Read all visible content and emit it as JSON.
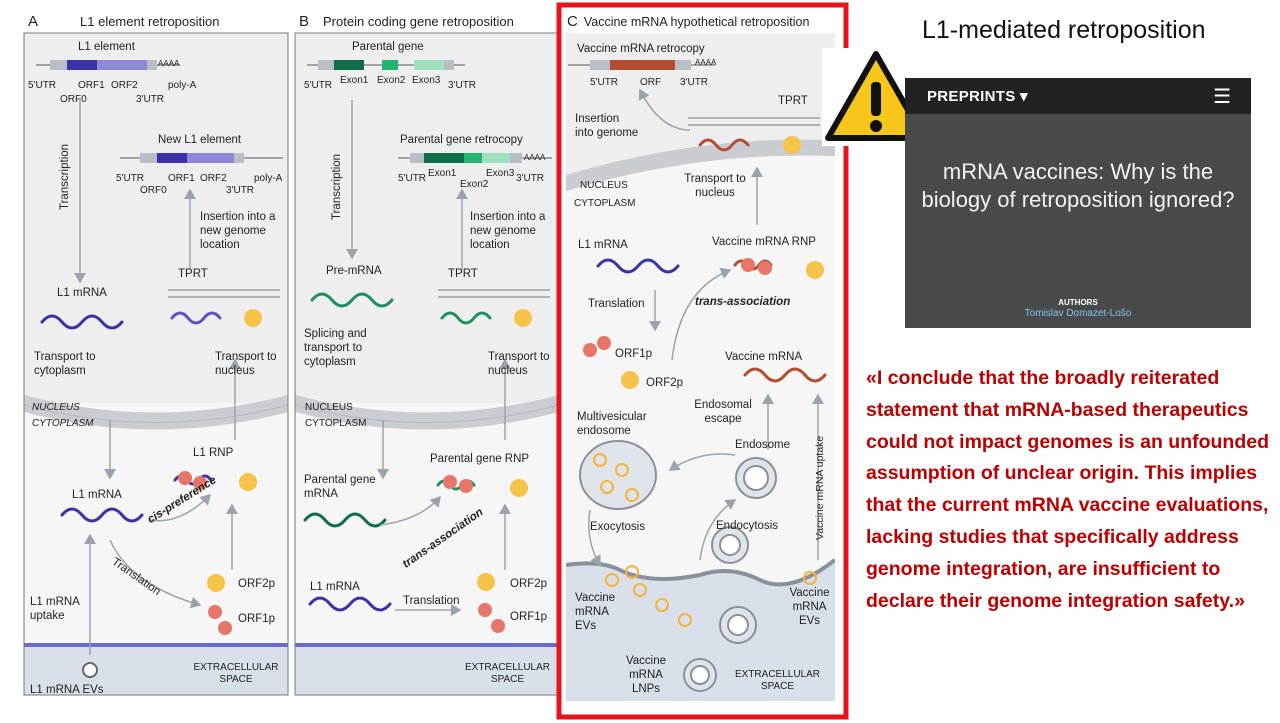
{
  "page_title": "L1-mediated retroposition",
  "quote": "«I conclude that the broadly reiterated statement that mRNA-based therapeutics could not impact genomes is an unfounded assumption of unclear origin. This implies that the current mRNA vaccine evaluations, lacking studies that specifically address genome integration, are insufficient to declare their genome integration safety.»",
  "preprint": {
    "brand": "PREPRINTS",
    "brand_arrow": "▾",
    "menu_icon": "☰",
    "heading": "mRNA vaccines: Why is the biology of retroposition ignored?",
    "authors_label": "AUTHORS",
    "author": "Tomislav Domazet-Lošo"
  },
  "colors": {
    "highlight_border": "#e8141b",
    "quote_text": "#c00000",
    "nucleus": "#eeeeee",
    "extracellular": "#d8dfe9",
    "cytoplasm": "#f6f6f6"
  },
  "panel_a": {
    "letter": "A",
    "title": "L1 element retroposition",
    "l1_element": "L1 element",
    "gene_labels": [
      "5'UTR",
      "ORF0",
      "ORF1",
      "ORF2",
      "3'UTR",
      "poly-A",
      "AAAA"
    ],
    "new_l1": "New L1 element",
    "transcription": "Transcription",
    "insertion": "Insertion into a new genome location",
    "tprt": "TPRT",
    "l1_mrna": "L1 mRNA",
    "transport_cyto": "Transport to cytoplasm",
    "transport_nuc": "Transport to nucleus",
    "nucleus": "NUCLEUS",
    "cytoplasm": "CYTOPLASM",
    "l1_rnp": "L1 RNP",
    "cis": "cis-preference",
    "translation": "Translation",
    "orf2p": "ORF2p",
    "orf1p": "ORF1p",
    "uptake": "L1 mRNA uptake",
    "evs": "L1 mRNA EVs",
    "extracellular": "EXTRACELLULAR SPACE"
  },
  "panel_b": {
    "title": "Protein coding gene retroposition",
    "letter": "B",
    "parental_gene": "Parental gene",
    "gene_labels": [
      "5'UTR",
      "Exon1",
      "Exon2",
      "Exon3",
      "3'UTR",
      "AAAA"
    ],
    "retrocopy": "Parental gene retrocopy",
    "transcription": "Transcription",
    "insertion": "Insertion into a new genome location",
    "tprt": "TPRT",
    "pre_mrna": "Pre-mRNA",
    "splicing": "Splicing and transport to cytoplasm",
    "transport_nuc": "Transport to nucleus",
    "nucleus": "NUCLEUS",
    "cytoplasm": "CYTOPLASM",
    "parental_mrna": "Parental gene mRNA",
    "parental_rnp": "Parental gene RNP",
    "trans": "trans-association",
    "l1_mrna": "L1 mRNA",
    "translation": "Translation",
    "orf2p": "ORF2p",
    "orf1p": "ORF1p",
    "extracellular": "EXTRACELLULAR SPACE"
  },
  "panel_c": {
    "letter": "C",
    "title": "Vaccine mRNA hypothetical retroposition",
    "retrocopy": "Vaccine mRNA retrocopy",
    "gene_labels": [
      "5'UTR",
      "ORF",
      "3'UTR",
      "AAAA"
    ],
    "insertion": "Insertion into genome",
    "tprt": "TPRT",
    "transport_nuc": "Transport to nucleus",
    "nucleus": "NUCLEUS",
    "cytoplasm": "CYTOPLASM",
    "l1_mrna": "L1 mRNA",
    "vaccine_rnp": "Vaccine mRNA RNP",
    "translation": "Translation",
    "trans": "trans-association",
    "orf1p": "ORF1p",
    "orf2p": "ORF2p",
    "vaccine_mrna": "Vaccine mRNA",
    "endosomal_escape": "Endosomal escape",
    "multivesicular": "Multivesicular endosome",
    "endosome": "Endosome",
    "exocytosis": "Exocytosis",
    "endocytosis": "Endocytosis",
    "uptake": "Vaccine mRNA uptake",
    "evs": "Vaccine mRNA EVs",
    "lnps": "Vaccine mRNA LNPs",
    "extracellular": "EXTRACELLULAR SPACE"
  }
}
